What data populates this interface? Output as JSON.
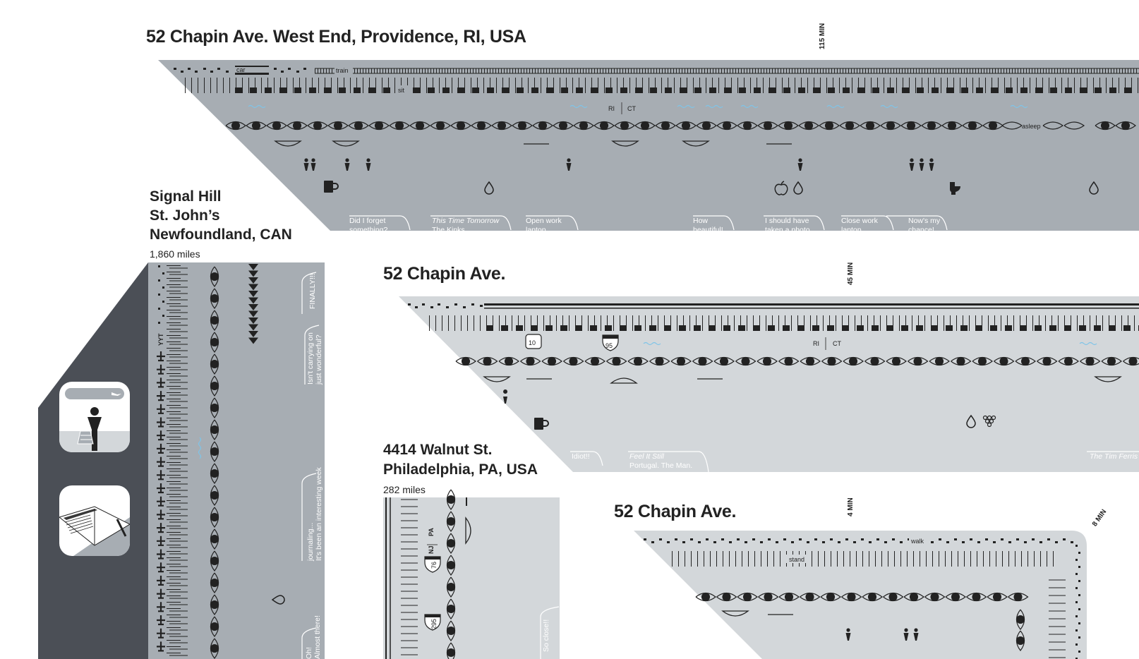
{
  "trip1": {
    "title": "52 Chapin Ave. West End, Providence, RI, USA",
    "duration": "115 MIN",
    "labels": {
      "car": "car",
      "train": "train",
      "sit": "sit",
      "state_a": "RI",
      "state_b": "CT",
      "asleep": "asleep"
    },
    "notes": [
      {
        "l1": "Did I forget",
        "l2": "something?"
      },
      {
        "l1": "This Time Tomorrow",
        "l2": "The Kinks"
      },
      {
        "l1": "Open work",
        "l2": "laptop"
      },
      {
        "l1": "How",
        "l2": "beautiful!"
      },
      {
        "l1": "I should have",
        "l2": "taken a photo..."
      },
      {
        "l1": "Close work",
        "l2": "laptop"
      },
      {
        "l1": "Now's my",
        "l2": "chance!"
      }
    ]
  },
  "origin_a": {
    "line1": "Signal Hill",
    "line2": "St. John’s",
    "line3": "Newfoundland, CAN",
    "distance": "1,860 miles",
    "airport": "YYT",
    "notes": [
      "FINALLY!!!",
      "Isn't carrying on",
      "just wonderful?",
      "journaling...",
      "It's been an interesting week",
      "Oh!",
      "Almost there!"
    ]
  },
  "trip2": {
    "title": "52 Chapin Ave.",
    "duration": "45 MIN",
    "labels": {
      "route_a": "10",
      "route_b": "95",
      "state_a": "RI",
      "state_b": "CT"
    },
    "notes": [
      {
        "l1": "Idiot!!",
        "l2": ""
      },
      {
        "l1": "Feel It Still",
        "l2": "Portugal. The Man."
      },
      {
        "l1": "The Tim Ferris S",
        "l2": ""
      }
    ]
  },
  "origin_b": {
    "line1": "4414 Walnut St.",
    "line2": "Philadelphia, PA, USA",
    "distance": "282 miles",
    "labels": {
      "state_a": "NJ",
      "state_b": "PA",
      "route_a": "76",
      "route_b": "295"
    },
    "notes": [
      "So close!!"
    ]
  },
  "trip3": {
    "title": "52 Chapin Ave.",
    "duration_a": "4 MIN",
    "duration_b": "8 MIN",
    "labels": {
      "walk": "walk",
      "stand": "stand"
    }
  },
  "icons": [
    "airplane-traveler-icon",
    "journal-notebook-icon"
  ],
  "colors": {
    "band_dark": "#a7adb3",
    "band_light": "#d3d7da",
    "side_panel": "#4b4f56",
    "ink": "#222222",
    "water": "#7fc4e8"
  }
}
